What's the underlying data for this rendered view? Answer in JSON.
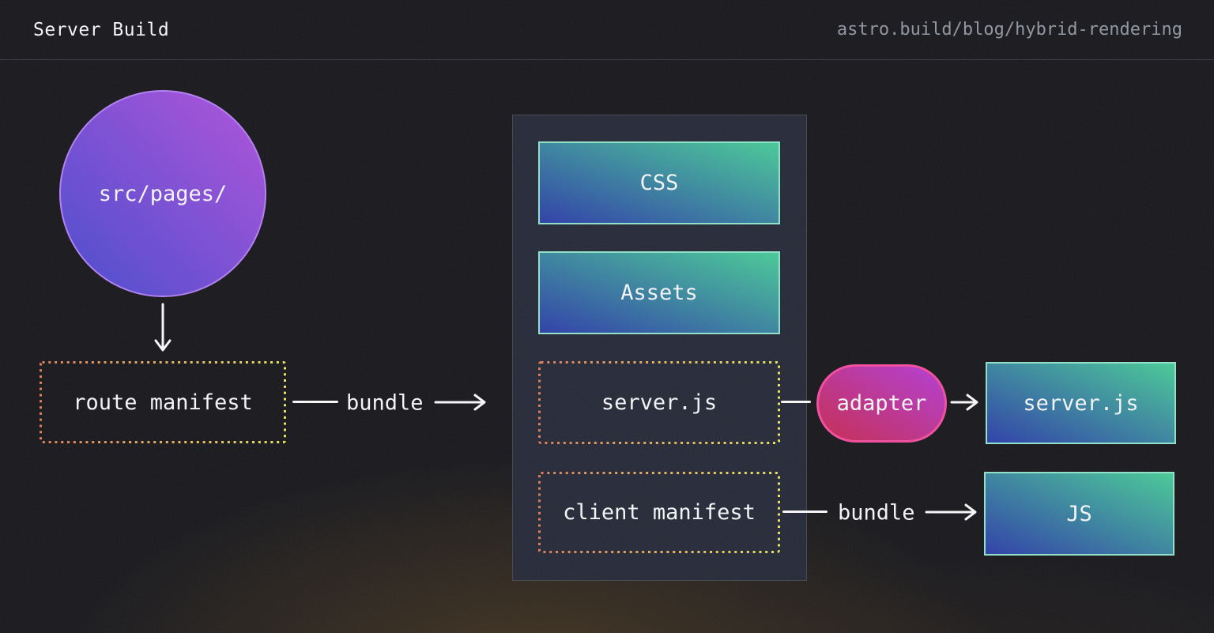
{
  "header": {
    "title": "Server Build",
    "url": "astro.build/blog/hybrid-rendering"
  },
  "nodes": {
    "src_pages": {
      "label": "src/pages/"
    },
    "route_manifest": {
      "label": "route manifest"
    },
    "css": {
      "label": "CSS"
    },
    "assets": {
      "label": "Assets"
    },
    "server_js_bundle": {
      "label": "server.js"
    },
    "client_manifest": {
      "label": "client manifest"
    },
    "adapter": {
      "label": "adapter"
    },
    "server_js_output": {
      "label": "server.js"
    },
    "js_output": {
      "label": "JS"
    }
  },
  "edges": {
    "bundle_left": {
      "label": "bundle"
    },
    "bundle_right": {
      "label": "bundle"
    }
  },
  "colors": {
    "background": "#17171b",
    "panel_background": "#242836",
    "panel_border": "#41454f",
    "header_divider": "#35383f",
    "text_primary": "#f2f3f5",
    "text_muted": "#8e939d",
    "arrow": "#f5f5f5",
    "circle_gradient_start": "#4549cb",
    "circle_gradient_end": "#ae4fd9",
    "circle_border": "#b07df0",
    "green_gradient_start": "#2c3da6",
    "green_gradient_end": "#46c795",
    "green_border": "#8fdfc6",
    "pill_gradient_start": "#c32950",
    "pill_gradient_end": "#b13bd2",
    "pill_border": "#ef4b9c",
    "dotted_gradient_start": "#dd7a58",
    "dotted_gradient_end": "#e6e35f"
  }
}
